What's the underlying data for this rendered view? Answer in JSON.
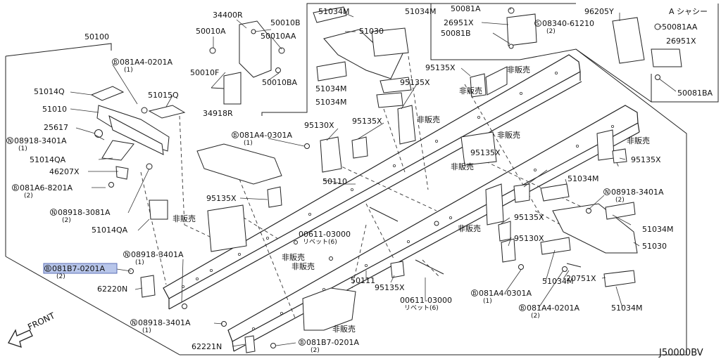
{
  "diagram": {
    "corner_id": "J50000BV",
    "front_label": "FRONT",
    "chassis_note": "A シャシー",
    "labels": [
      {
        "id": "l-50100",
        "text": "50100"
      },
      {
        "id": "l-081a4-0201a-top",
        "text": "081A4-0201A",
        "prefix": "B",
        "qty": "(1)"
      },
      {
        "id": "l-51014q",
        "text": "51014Q"
      },
      {
        "id": "l-51015q",
        "text": "51015Q"
      },
      {
        "id": "l-51010",
        "text": "51010"
      },
      {
        "id": "l-25617",
        "text": "25617"
      },
      {
        "id": "l-08918-3401a-left",
        "text": "08918-3401A",
        "prefix": "N",
        "qty": "(1)"
      },
      {
        "id": "l-51014qa-left",
        "text": "51014QA"
      },
      {
        "id": "l-46207x",
        "text": "46207X"
      },
      {
        "id": "l-081a6-8201a",
        "text": "081A6-8201A",
        "prefix": "B",
        "qty": "(2)"
      },
      {
        "id": "l-08918-3081a",
        "text": "08918-3081A",
        "prefix": "N",
        "qty": "(2)"
      },
      {
        "id": "l-51014qa-mid",
        "text": "51014QA"
      },
      {
        "id": "l-081b7-0201a-hl",
        "text": "081B7-0201A",
        "prefix": "B",
        "qty": "(2)",
        "highlight": true
      },
      {
        "id": "l-08918-3401a-mid",
        "text": "08918-3401A",
        "prefix": "N",
        "qty": "(1)"
      },
      {
        "id": "l-62220n",
        "text": "62220N"
      },
      {
        "id": "l-08918-3401a-bot",
        "text": "08918-3401A",
        "prefix": "N",
        "qty": "(1)"
      },
      {
        "id": "l-62221n",
        "text": "62221N"
      },
      {
        "id": "l-081b7-0201a-bot",
        "text": "081B7-0201A",
        "prefix": "B",
        "qty": "(2)"
      },
      {
        "id": "l-34400r",
        "text": "34400R"
      },
      {
        "id": "l-50010b",
        "text": "50010B"
      },
      {
        "id": "l-50010a",
        "text": "50010A"
      },
      {
        "id": "l-50010aa",
        "text": "50010AA"
      },
      {
        "id": "l-50010f",
        "text": "50010F"
      },
      {
        "id": "l-50010ba",
        "text": "50010BA"
      },
      {
        "id": "l-34918r",
        "text": "34918R"
      },
      {
        "id": "l-51034m-t1",
        "text": "51034M"
      },
      {
        "id": "l-51034m-t2",
        "text": "51034M"
      },
      {
        "id": "l-51030-top",
        "text": "51030"
      },
      {
        "id": "l-51034m-t3",
        "text": "51034M"
      },
      {
        "id": "l-51034m-t4",
        "text": "51034M"
      },
      {
        "id": "l-50081a",
        "text": "50081A"
      },
      {
        "id": "l-26951x-l",
        "text": "26951X"
      },
      {
        "id": "l-50081b",
        "text": "50081B"
      },
      {
        "id": "l-96205y",
        "text": "96205Y"
      },
      {
        "id": "l-08340-61210",
        "text": "08340-61210",
        "prefix": "S",
        "qty": "(2)"
      },
      {
        "id": "l-50081aa",
        "text": "50081AA"
      },
      {
        "id": "l-26951x-r",
        "text": "26951X"
      },
      {
        "id": "l-50081ba",
        "text": "50081BA"
      },
      {
        "id": "l-95135x-top",
        "text": "95135X"
      },
      {
        "id": "l-hinanbai-1",
        "text": "非販売"
      },
      {
        "id": "l-95135x-2",
        "text": "95135X"
      },
      {
        "id": "l-hinanbai-2",
        "text": "非販売"
      },
      {
        "id": "l-95135x-3",
        "text": "95135X"
      },
      {
        "id": "l-hinanbai-3",
        "text": "非販売"
      },
      {
        "id": "l-hinanbai-4",
        "text": "非販売"
      },
      {
        "id": "l-hinanbai-5",
        "text": "非販売"
      },
      {
        "id": "l-95135x-r1",
        "text": "95135X"
      },
      {
        "id": "l-95130x-top",
        "text": "95130X"
      },
      {
        "id": "l-081a4-0301a-top",
        "text": "081A4-0301A",
        "prefix": "B",
        "qty": "(1)"
      },
      {
        "id": "l-hinanbai-6",
        "text": "非販売"
      },
      {
        "id": "l-95135x-r2",
        "text": "95135X"
      },
      {
        "id": "l-51034m-r1",
        "text": "51034M"
      },
      {
        "id": "l-50110",
        "text": "50110"
      },
      {
        "id": "l-95135x-l",
        "text": "95135X"
      },
      {
        "id": "l-08918-3401a-r",
        "text": "08918-3401A",
        "prefix": "N",
        "qty": "(2)"
      },
      {
        "id": "l-hinanbai-7",
        "text": "非販売"
      },
      {
        "id": "l-95135x-r3",
        "text": "95135X"
      },
      {
        "id": "l-51034m-r2",
        "text": "51034M"
      },
      {
        "id": "l-00611-03000-top",
        "text": "00611-03000",
        "qty": "リベット(6)"
      },
      {
        "id": "l-hinanbai-8",
        "text": "非販売"
      },
      {
        "id": "l-95130x-r",
        "text": "95130X"
      },
      {
        "id": "l-51030-r",
        "text": "51030"
      },
      {
        "id": "l-hinanbai-9",
        "text": "非販売"
      },
      {
        "id": "l-hinanbai-10",
        "text": "非販売"
      },
      {
        "id": "l-50111",
        "text": "50111"
      },
      {
        "id": "l-95135x-bot",
        "text": "95135X"
      },
      {
        "id": "l-51034m-r3",
        "text": "51034M"
      },
      {
        "id": "l-20751x",
        "text": "20751X"
      },
      {
        "id": "l-081a4-0301a-bot",
        "text": "081A4-0301A",
        "prefix": "B",
        "qty": "(1)"
      },
      {
        "id": "l-00611-03000-bot",
        "text": "00611-03000",
        "qty": "リベット(6)"
      },
      {
        "id": "l-081a4-0201a-bot",
        "text": "081A4-0201A",
        "prefix": "B",
        "qty": "(2)"
      },
      {
        "id": "l-51034m-r4",
        "text": "51034M"
      },
      {
        "id": "l-hinanbai-11",
        "text": "非販売"
      }
    ]
  }
}
